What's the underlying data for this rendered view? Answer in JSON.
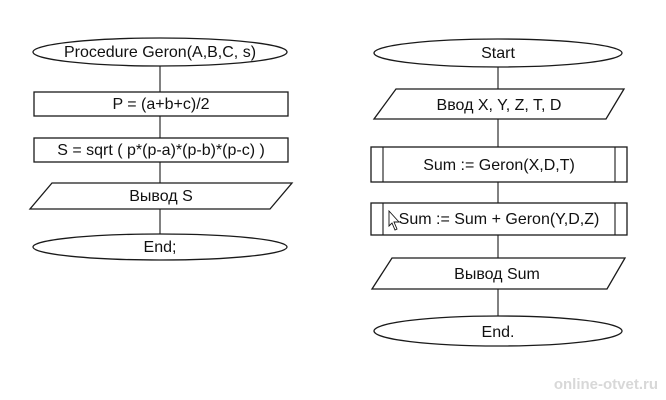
{
  "left_flowchart": {
    "start": "Procedure Geron(A,B,C, s)",
    "step1": "P = (a+b+c)/2",
    "step2": "S = sqrt ( p*(p-a)*(p-b)*(p-c) )",
    "output": "Вывод S",
    "end": "End;"
  },
  "right_flowchart": {
    "start": "Start",
    "input": "Ввод X, Y, Z, T, D",
    "call1": "Sum := Geron(X,D,T)",
    "call2": "Sum := Sum + Geron(Y,D,Z)",
    "output": "Вывод  Sum",
    "end": "End."
  },
  "watermark": "online-otvet.ru"
}
